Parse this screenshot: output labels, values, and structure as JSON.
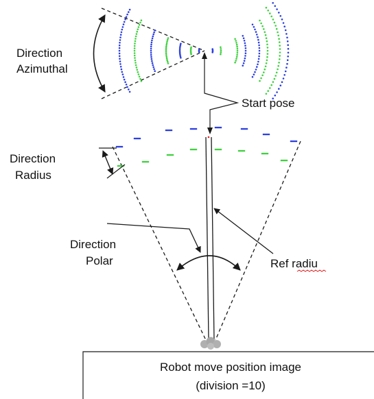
{
  "labels": {
    "azimuthal_line1": "Direction",
    "azimuthal_line2": "Azimuthal",
    "start_pose": "Start pose",
    "radius_line1": "Direction",
    "radius_line2": "Radius",
    "polar_line1": "Direction",
    "polar_line2": "Polar",
    "ref_radiu": "Ref radiu"
  },
  "caption": {
    "line1": "Robot move position image",
    "line2": "(division =10)"
  },
  "colors": {
    "series_blue": "#2b3fe0",
    "series_green": "#3ed13e",
    "start_red": "#e02020",
    "line": "#1a1a1a",
    "spellcheck_underline": "#e02020",
    "robot": "#b0b0b0"
  }
}
